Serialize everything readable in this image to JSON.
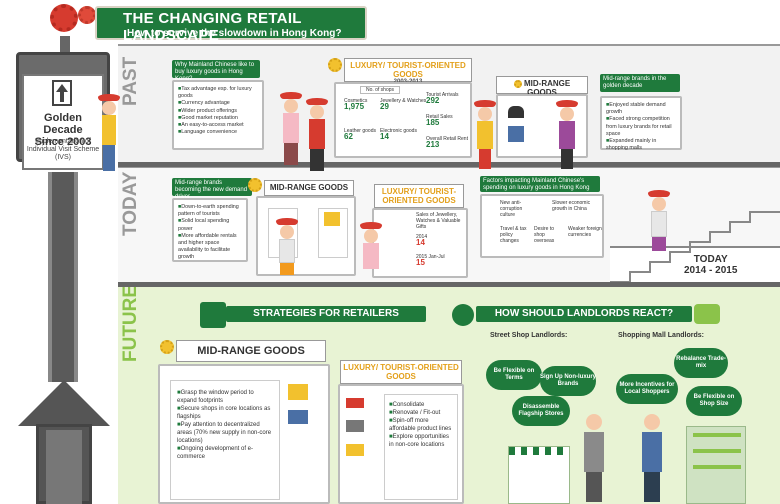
{
  "header": {
    "title": "THE CHANGING RETAIL LANDSCAPE",
    "subtitle": "How to survive the slowdown in Hong Kong?"
  },
  "elevator": {
    "title_line1": "Golden Decade",
    "title_line2": "Since 2003",
    "caption": "Implementation of Individual Visit Scheme (IVS)"
  },
  "sections": {
    "past": "PAST",
    "today": "TODAY",
    "future": "FUTURE"
  },
  "past": {
    "why_title": "Why Mainland Chinese like to buy luxury goods in Hong Kong?",
    "why_items": [
      "Tax advantage esp. for luxury goods",
      "Currency advantage",
      "Wider product offerings",
      "Good market reputation",
      "An easy-to-access market",
      "Language convenience"
    ],
    "luxury_title": "LUXURY/ TOURIST-ORIENTED GOODS",
    "luxury_sub": "2003-2013",
    "no_of_shops": "No. of shops",
    "cosmetics": "Cosmetics",
    "cosmetics_val": "1,975",
    "jewellery": "Jewellery & Watches",
    "jewellery_val": "29",
    "leather": "Leather goods",
    "leather_val": "62",
    "electronic": "Electronic goods",
    "electronic_val": "14",
    "arrivals": "Tourist Arrivals",
    "arrivals_val": "292",
    "retail_sales": "Retail Sales",
    "retail_sales_val": "185",
    "overall_rent": "Overall Retail Rent",
    "overall_rent_val": "213",
    "midrange_title": "MID-RANGE GOODS",
    "golden_title": "Mid-range brands in the golden decade",
    "golden_items": [
      "Enjoyed stable demand growth",
      "Faced strong competition from luxury brands for retail space",
      "Expanded mainly in shopping malls"
    ]
  },
  "today": {
    "demand_title": "Mid-range brands becoming the new demand driver",
    "demand_items": [
      "Down-to-earth spending pattern of tourists",
      "Solid local spending power",
      "More affordable rentals and higher space availability to facilitate growth"
    ],
    "midrange_title": "MID-RANGE GOODS",
    "luxury_title": "LUXURY/ TOURIST-ORIENTED GOODS",
    "sales_label": "Sales of Jewellery, Watches & Valuable Gifts",
    "y2014": "2014",
    "y2014_val": "14",
    "y2015": "2015 Jan-Jul",
    "y2015_val": "15",
    "factors_title": "Factors impacting Mainland Chinese's spending on luxury goods in Hong Kong",
    "factors": [
      "New anti-corruption culture",
      "Slower economic growth in China",
      "Travel & tax policy changes",
      "Desire to shop overseas",
      "Weaker foreign currencies"
    ],
    "period_line1": "TODAY",
    "period_line2": "2014 - 2015"
  },
  "future": {
    "strategies_title": "STRATEGIES FOR RETAILERS",
    "landlords_title": "HOW SHOULD LANDLORDS REACT?",
    "midrange_title": "MID-RANGE GOODS",
    "midrange_items": [
      "Grasp the window period to expand footprints",
      "Secure shops in core locations as flagships",
      "Pay attention to decentralized areas (70% new supply in non-core locations)",
      "Ongoing development of e-commerce"
    ],
    "luxury_title": "LUXURY/ TOURIST-ORIENTED GOODS",
    "luxury_items": [
      "Consolidate",
      "Renovate / Fit-out",
      "Spin-off more affordable product lines",
      "Explore opportunities in non-core locations"
    ],
    "street_title": "Street Shop Landlords:",
    "street_items": [
      "Be Flexible on Terms",
      "Sign Up Non-luxury Brands",
      "Disassemble Flagship Stores"
    ],
    "mall_title": "Shopping Mall Landlords:",
    "mall_items": [
      "Rebalance Trade-mix",
      "More Incentives for Local Shoppers",
      "Be Flexible on Shop Size"
    ]
  }
}
